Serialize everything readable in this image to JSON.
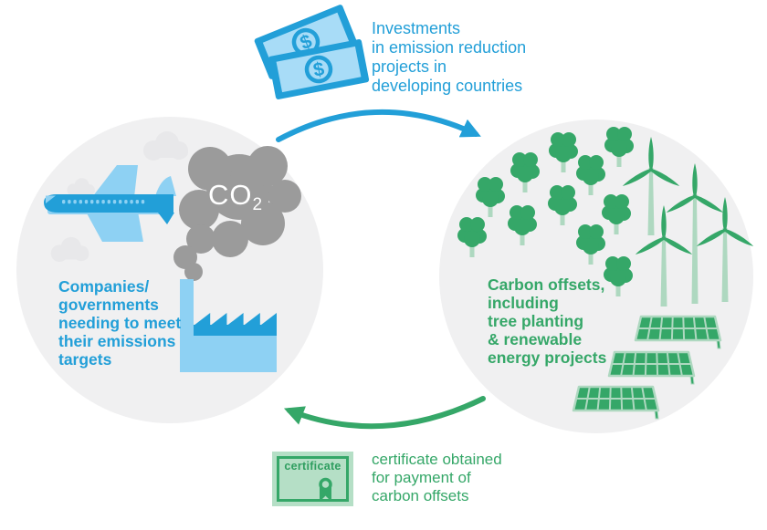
{
  "colors": {
    "blue": "#229fd8",
    "light_blue": "#8ed1f3",
    "pale_blue": "#a8dcf7",
    "green": "#35a768",
    "dark_green": "#2f9e60",
    "light_green": "#aed8c0",
    "pale_green": "#b5dfc6",
    "smoke_gray": "#9b9b9b",
    "cloud_gray": "#e8e8ea",
    "circle_bg": "#f0f0f1"
  },
  "captions": {
    "top": "Investments\nin emission reduction\nprojects in\ndeveloping countries",
    "left_circle": "Companies/\ngovernments\nneeding to meet\ntheir emissions\ntargets",
    "right_circle": "Carbon offsets,\nincluding\ntree planting\n& renewable\nenergy projects",
    "bottom": "certificate obtained\nfor payment of\ncarbon offsets"
  },
  "labels": {
    "co2_main": "CO",
    "co2_sub": "2",
    "certificate": "certificate",
    "dollar": "$"
  }
}
